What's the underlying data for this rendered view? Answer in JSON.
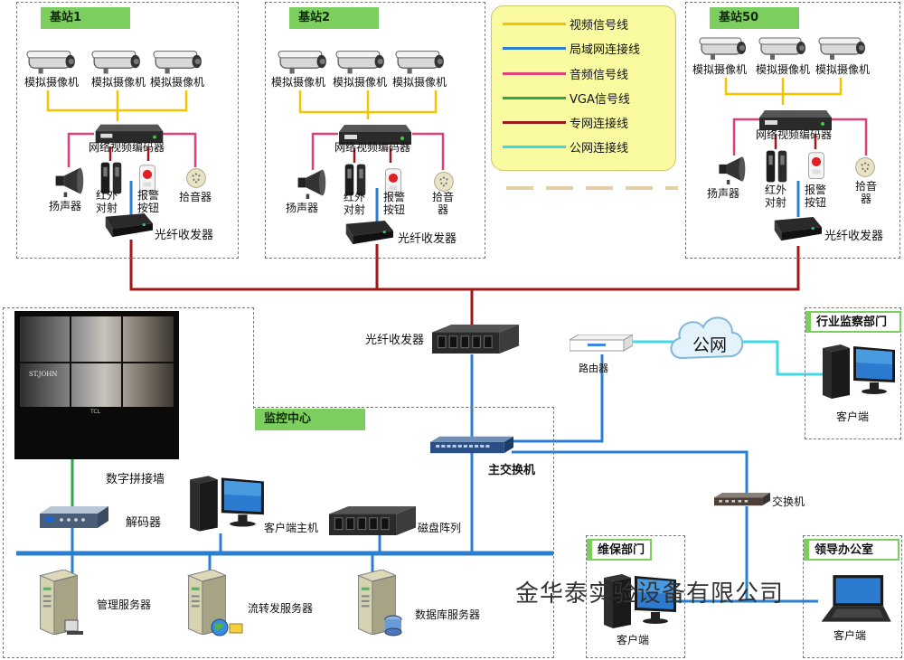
{
  "station1": {
    "title": "基站1",
    "cam1": "模拟摄像机",
    "cam2": "模拟摄像机",
    "cam3": "模拟摄像机",
    "encoder": "网络视频编码器",
    "speaker": "扬声器",
    "ir": "红外\n对射",
    "alarm": "报警\n按钮",
    "mic": "拾音器",
    "optical": "光纤收发器"
  },
  "station2": {
    "title": "基站2",
    "cam1": "模拟摄像机",
    "cam2": "模拟摄像机",
    "cam3": "模拟摄像机",
    "encoder": "网络视频编码器",
    "speaker": "扬声器",
    "ir": "红外\n对射",
    "alarm": "报警\n按钮",
    "mic": "拾音\n器",
    "optical": "光纤收发器"
  },
  "station50": {
    "title": "基站50",
    "cam1": "模拟摄像机",
    "cam2": "模拟摄像机",
    "cam3": "模拟摄像机",
    "encoder": "网络视频编码器",
    "speaker": "扬声器",
    "ir": "红外\n对射",
    "alarm": "报警\n按钮",
    "mic": "拾音\n器",
    "optical": "光纤收发器"
  },
  "legend": [
    {
      "label": "视频信号线",
      "color": "#f5c400"
    },
    {
      "label": "局域网连接线",
      "color": "#2a7fd0"
    },
    {
      "label": "音频信号线",
      "color": "#e0407a"
    },
    {
      "label": "VGA信号线",
      "color": "#2ea84a"
    },
    {
      "label": "专网连接线",
      "color": "#a01818"
    },
    {
      "label": "公网连接线",
      "color": "#40d8e8"
    }
  ],
  "center": {
    "title": "监控中心",
    "optical": "光纤收发器",
    "main_switch": "主交换机",
    "video_wall": "数字拼接墙",
    "decoder": "解码器",
    "client_host": "客户端主机",
    "disk_array": "磁盘阵列",
    "mgmt_server": "管理服务器",
    "stream_server": "流转发服务器",
    "db_server": "数据库服务器",
    "wall_brand": "ST.JOHN",
    "wall_tv": "TCL"
  },
  "network": {
    "router": "路由器",
    "cloud": "公网",
    "switch": "交换机"
  },
  "industry": {
    "title": "行业监察部门",
    "client": "客户端"
  },
  "maintenance": {
    "title": "维保部门",
    "client": "客户端"
  },
  "leader": {
    "title": "领导办公室",
    "client": "客户端"
  },
  "watermark": "金华泰实验设备有限公司",
  "colors": {
    "video": "#f5c400",
    "lan": "#2a7fd0",
    "audio": "#e0407a",
    "vga": "#2ea84a",
    "private": "#a01818",
    "public": "#40d8e8",
    "tag_green": "#7ccf5e"
  }
}
